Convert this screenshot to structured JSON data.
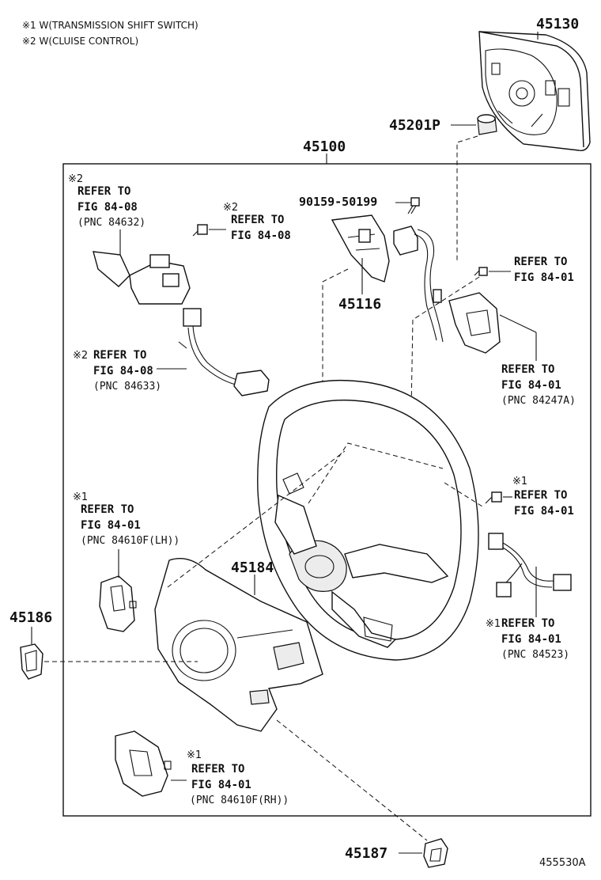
{
  "notes": {
    "note1": "※1 W(TRANSMISSION SHIFT SWITCH)",
    "note2": "※2 W(CLUISE CONTROL)"
  },
  "parts": {
    "p45130": "45130",
    "p45201p": "45201P",
    "p45100": "45100",
    "p90159": "90159-50199",
    "p45116": "45116",
    "p45184": "45184",
    "p45186": "45186",
    "p45187": "45187"
  },
  "refs": {
    "r1": {
      "mark": "※2",
      "line1": "REFER TO",
      "line2": "FIG 84-08",
      "line3": "(PNC 84632)"
    },
    "r2": {
      "mark": "※2",
      "line1": "REFER TO",
      "line2": "FIG 84-08"
    },
    "r3": {
      "line1": "REFER TO",
      "line2": "FIG 84-01"
    },
    "r4": {
      "line1": "REFER TO",
      "line2": "FIG 84-01",
      "line3": "(PNC 84247A)"
    },
    "r5": {
      "mark": "※2",
      "line1": "REFER TO",
      "line2": "FIG 84-08",
      "line3": "(PNC 84633)"
    },
    "r6": {
      "mark": "※1",
      "line1": "REFER TO",
      "line2": "FIG 84-01",
      "line3": "(PNC 84610F(LH))"
    },
    "r7": {
      "mark": "※1",
      "line1": "REFER TO",
      "line2": "FIG 84-01"
    },
    "r8": {
      "mark": "※1",
      "line1": "REFER TO",
      "line2": "FIG 84-01",
      "line3": "(PNC 84523)"
    },
    "r9": {
      "mark": "※1",
      "line1": "REFER TO",
      "line2": "FIG 84-01",
      "line3": "(PNC 84610F(RH))"
    }
  },
  "drawing_code": "455530A",
  "icons": {
    "airbag": "airbag-module-icon",
    "nut": "nut-icon",
    "bolt": "bolt-icon",
    "wheel": "steering-wheel-icon",
    "cover": "lower-cover-icon",
    "switch": "switch-icon",
    "wire": "wire-harness-icon"
  }
}
